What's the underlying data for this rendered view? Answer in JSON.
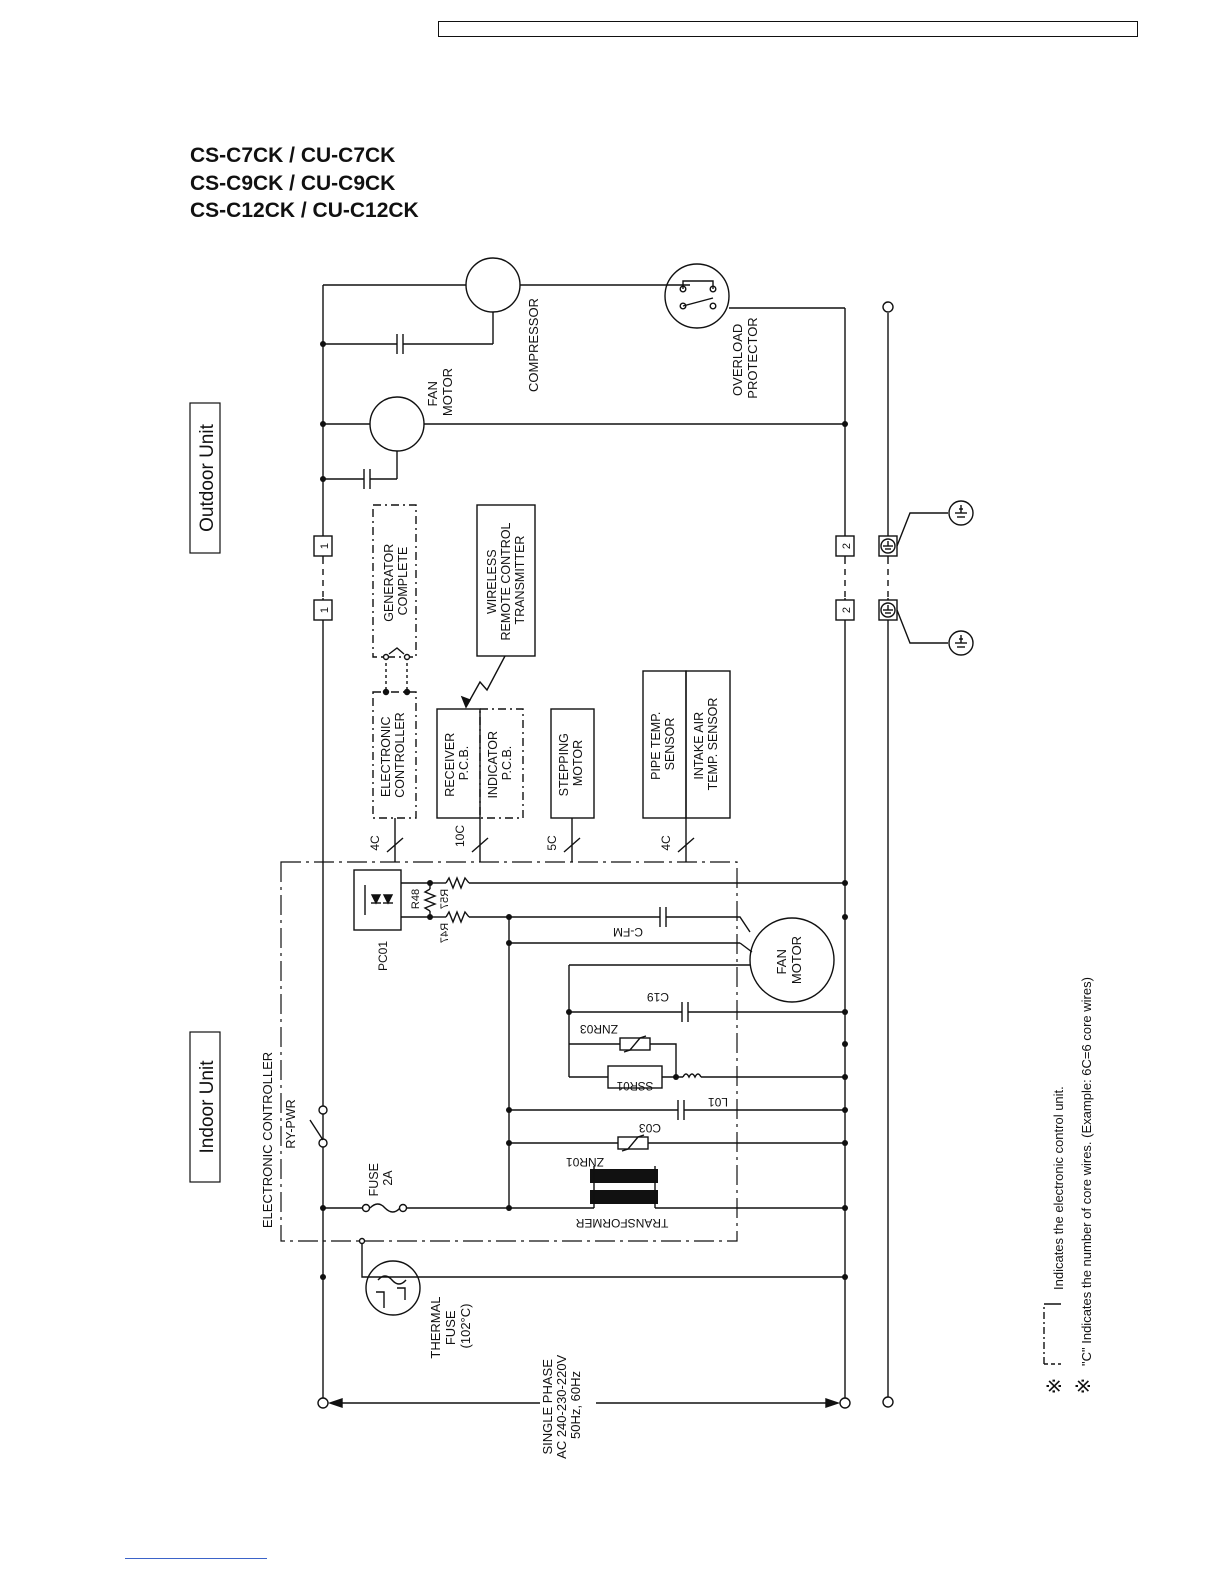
{
  "models": [
    "CS-C7CK / CU-C7CK",
    "CS-C9CK / CU-C9CK",
    "CS-C12CK / CU-C12CK"
  ],
  "units": {
    "outdoor": "Outdoor Unit",
    "indoor": "Indoor Unit"
  },
  "outdoor": {
    "compressor": "COMPRESSOR",
    "fan_motor": [
      "FAN",
      "MOTOR"
    ],
    "overload_protector": [
      "OVERLOAD",
      "PROTECTOR"
    ]
  },
  "terminals": {
    "t1": "1",
    "t2": "2"
  },
  "blocks": {
    "generator": [
      "GENERATOR",
      "COMPLETE"
    ],
    "wireless": [
      "WIRELESS",
      "REMOTE CONTROL",
      "TRANSMITTER"
    ],
    "electronic_controller": [
      "ELECTRONIC",
      "CONTROLLER"
    ],
    "receiver": [
      "RECEIVER",
      "P.C.B."
    ],
    "indicator": [
      "INDICATOR",
      "P.C.B."
    ],
    "stepping_motor": [
      "STEPPING",
      "MOTOR"
    ],
    "pipe_temp": [
      "PIPE TEMP.",
      "SENSOR"
    ],
    "intake_air": [
      "INTAKE AIR",
      "TEMP. SENSOR"
    ]
  },
  "cores": {
    "c4a": "4C",
    "c10": "10C",
    "c5": "5C",
    "c4b": "4C"
  },
  "components": {
    "pc01": "PC01",
    "r48": "R48",
    "r57": "R57",
    "r47": "R47",
    "cfm": "C-FM",
    "fan_motor_indoor": [
      "FAN",
      "MOTOR"
    ],
    "c19": "C19",
    "znr03": "ZNR03",
    "ssr01": "SSR01",
    "l01": "L01",
    "c03": "C03",
    "znr01": "ZNR01",
    "transformer": "TRANSFORMER",
    "ry_pwr": "RY-PWR",
    "electronic_controller": "ELECTRONIC CONTROLLER",
    "fuse": [
      "FUSE",
      "2A"
    ],
    "thermal_fuse": [
      "THERMAL",
      "FUSE",
      "(102°C)"
    ]
  },
  "supply": [
    "SINGLE PHASE",
    "AC 240-230-220V",
    "50Hz, 60Hz"
  ],
  "notes": {
    "mark": "※",
    "note1": "Indicates the electronic control unit.",
    "note2": "\"C\"  Indicates the number of core wires. (Example: 6C=6 core wires)"
  }
}
